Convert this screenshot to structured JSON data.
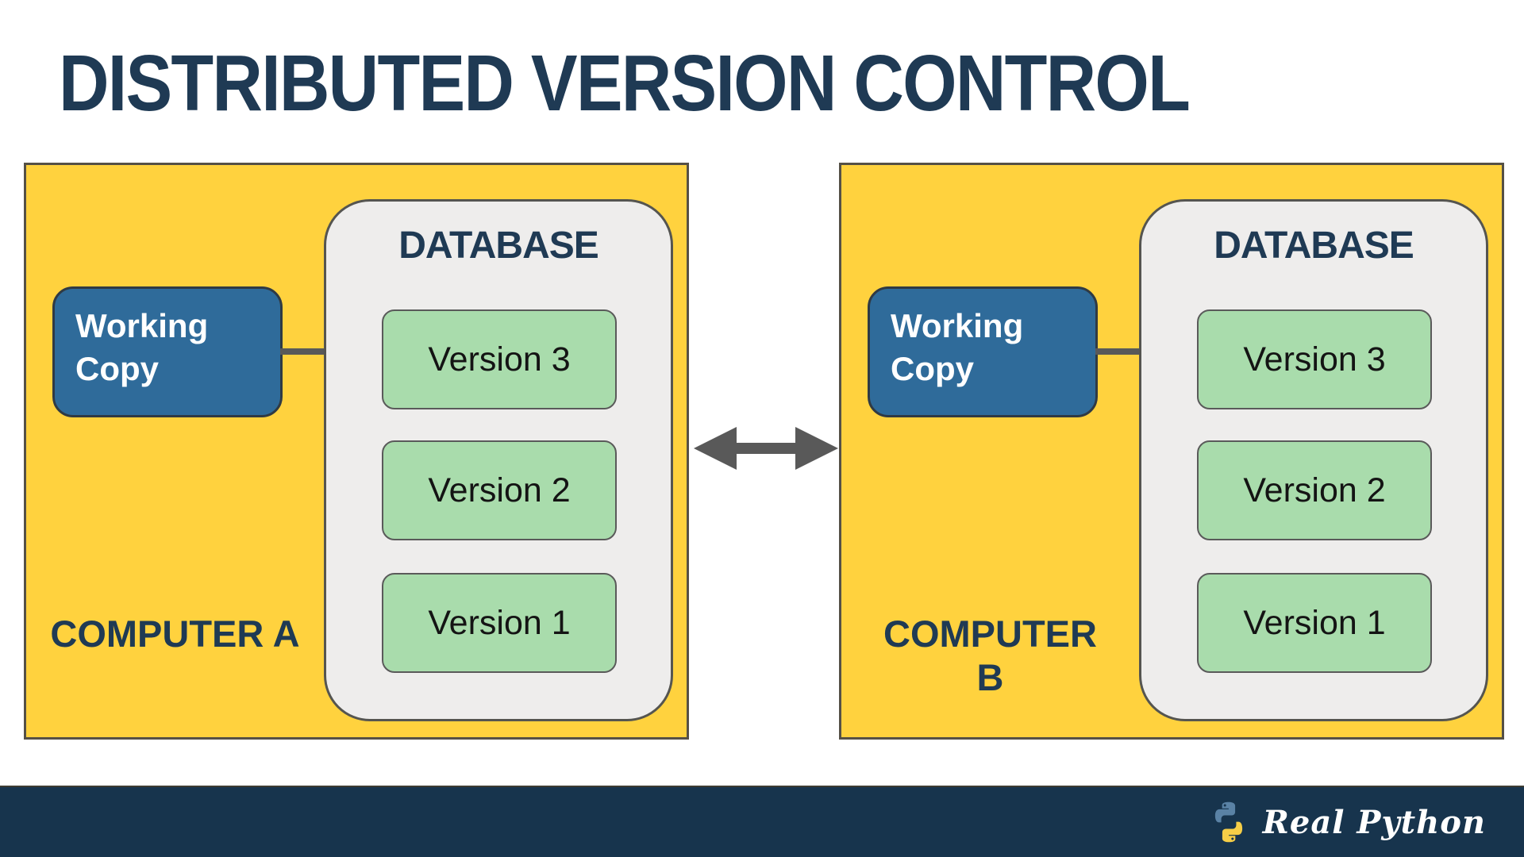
{
  "title": "DISTRIBUTED VERSION CONTROL",
  "colors": {
    "panel_yellow": "#FFD23E",
    "panel_border": "#555046",
    "working_copy_blue": "#2F6B9A",
    "database_gray": "#EEEDEC",
    "version_green": "#A9DCAC",
    "heading_navy": "#1F3A54",
    "footer_navy": "#17344D",
    "arrow_gray": "#595959",
    "python_blue": "#5A82A5",
    "python_yellow": "#F6CE47"
  },
  "computers": [
    {
      "label": "COMPUTER A",
      "working_copy_label": "Working Copy",
      "database": {
        "title": "DATABASE",
        "versions": [
          "Version 3",
          "Version 2",
          "Version 1"
        ]
      }
    },
    {
      "label": "COMPUTER B",
      "working_copy_label": "Working Copy",
      "database": {
        "title": "DATABASE",
        "versions": [
          "Version 3",
          "Version 2",
          "Version 1"
        ]
      }
    }
  ],
  "footer": {
    "brand": "Real Python"
  }
}
